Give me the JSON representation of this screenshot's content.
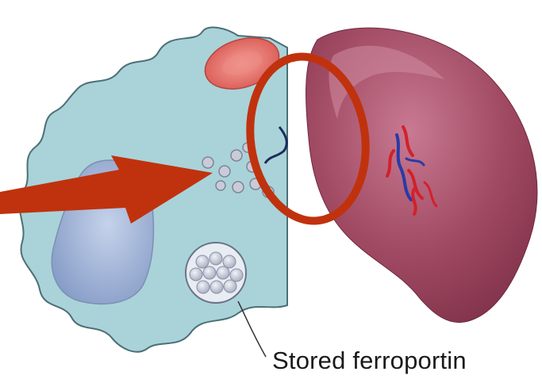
{
  "labels": {
    "stored_ferroportin": "Stored ferroportin"
  },
  "colors": {
    "macrophage_fill": "#a9d3d9",
    "macrophage_outline": "#4c6f76",
    "nucleus": "#9fb4d6",
    "red_blood_cell": "#e06a63",
    "spleen": "#a14a63",
    "spleen_highlight": "#c1738b",
    "highlight_arrow": "#c0320d",
    "highlight_circle": "#c0320d",
    "vessel_red": "#d2212a",
    "vessel_blue": "#2a3aa8",
    "vesicle": "#bcc2d2"
  },
  "icons": {
    "arrow": "arrow-right",
    "highlight": "ellipse-outline"
  }
}
